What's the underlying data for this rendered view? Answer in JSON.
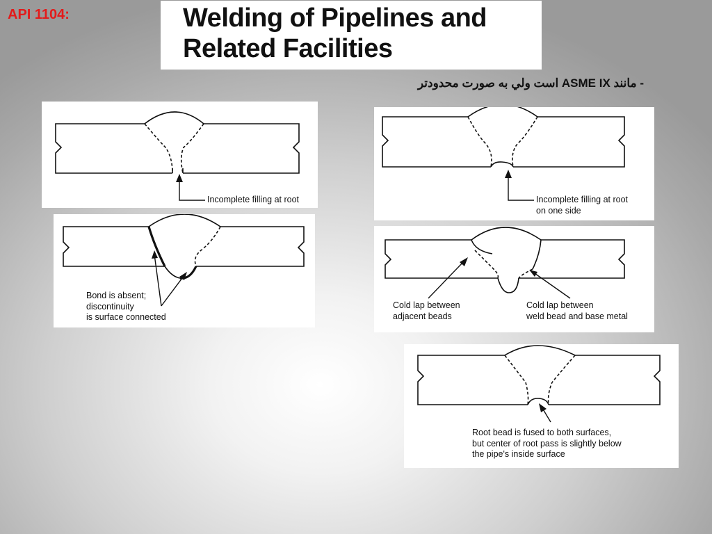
{
  "api_label": "API 1104:",
  "title": {
    "line1": "Welding of Pipelines and",
    "line2": "Related Facilities"
  },
  "subtitle": "- مانند ASME IX است ولي به صورت محدودتر",
  "figures": [
    {
      "caption": "Incomplete filling at root"
    },
    {
      "caption": "Bond is absent;\ndiscontinuity\nis surface connected"
    },
    {
      "caption": "Incomplete filling at root\non one side"
    },
    {
      "caption_left": "Cold lap between\nadjacent beads",
      "caption_right": "Cold lap between\nweld bead and base metal"
    },
    {
      "caption": "Root bead is fused to both surfaces,\nbut center of root pass is slightly below\nthe pipe's inside surface"
    }
  ]
}
